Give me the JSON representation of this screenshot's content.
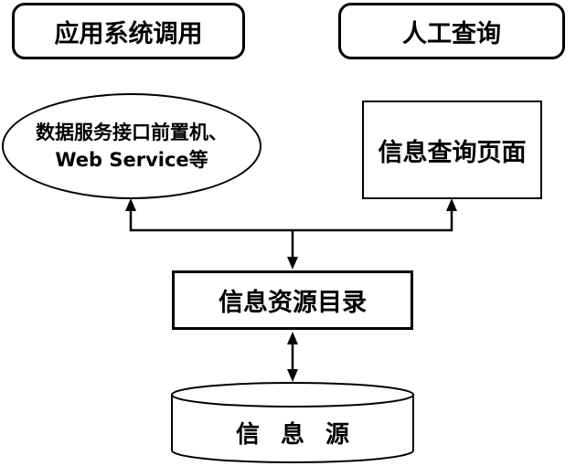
{
  "diagram": {
    "colors": {
      "background": "#ffffff",
      "line": "#000000",
      "text": "#000000"
    },
    "nodes": {
      "app_call": {
        "label": "应用系统调用",
        "shape": "rounded-rectangle"
      },
      "manual_query": {
        "label": "人工查询",
        "shape": "rounded-rectangle"
      },
      "data_service": {
        "line1": "数据服务接口前置机、",
        "line2": "Web Service等",
        "shape": "ellipse"
      },
      "query_page": {
        "label": "信息查询页面",
        "shape": "rectangle"
      },
      "resource_catalog": {
        "label": "信息资源目录",
        "shape": "rectangle"
      },
      "info_source": {
        "label": "信 息 源",
        "shape": "cylinder"
      }
    },
    "edges": [
      {
        "id": "branch-to-data-service",
        "points_to": "data_service",
        "style": "arrow-up"
      },
      {
        "id": "branch-to-query-page",
        "points_to": "query_page",
        "style": "arrow-up"
      },
      {
        "id": "branch-to-resource-catalog",
        "points_to": "resource_catalog",
        "style": "arrow-down"
      },
      {
        "id": "catalog-info-source",
        "between": [
          "resource_catalog",
          "info_source"
        ],
        "style": "double-headed-arrow"
      }
    ]
  }
}
